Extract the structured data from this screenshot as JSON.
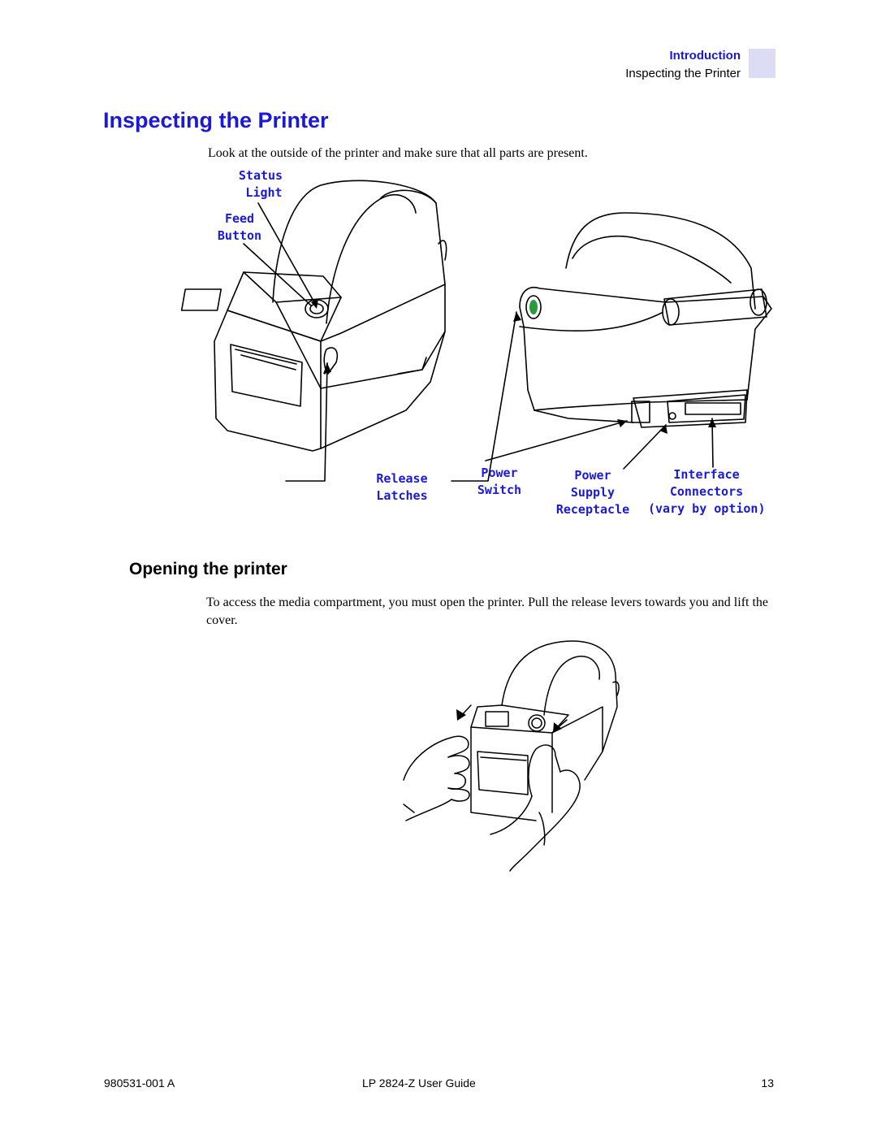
{
  "header": {
    "section": "Introduction",
    "topic": "Inspecting the Printer"
  },
  "title": "Inspecting the Printer",
  "intro_text": "Look at the outside of the printer and make sure that all parts are present.",
  "callouts": {
    "status_light": [
      "Status",
      "Light"
    ],
    "feed_button": [
      "Feed",
      "Button"
    ],
    "release_latches": [
      "Release",
      "Latches"
    ],
    "power_switch": [
      "Power",
      "Switch"
    ],
    "power_supply_receptacle": [
      "Power",
      "Supply",
      "Receptacle"
    ],
    "interface_connectors": [
      "Interface",
      "Connectors",
      "(vary by option)"
    ]
  },
  "subsection": {
    "title": "Opening the printer",
    "text": "To access the media compartment, you must open the printer. Pull the release levers towards you and lift the cover."
  },
  "footer": {
    "doc_number": "980531-001 A",
    "guide_name": "LP 2824-Z User Guide",
    "page_number": "13"
  }
}
